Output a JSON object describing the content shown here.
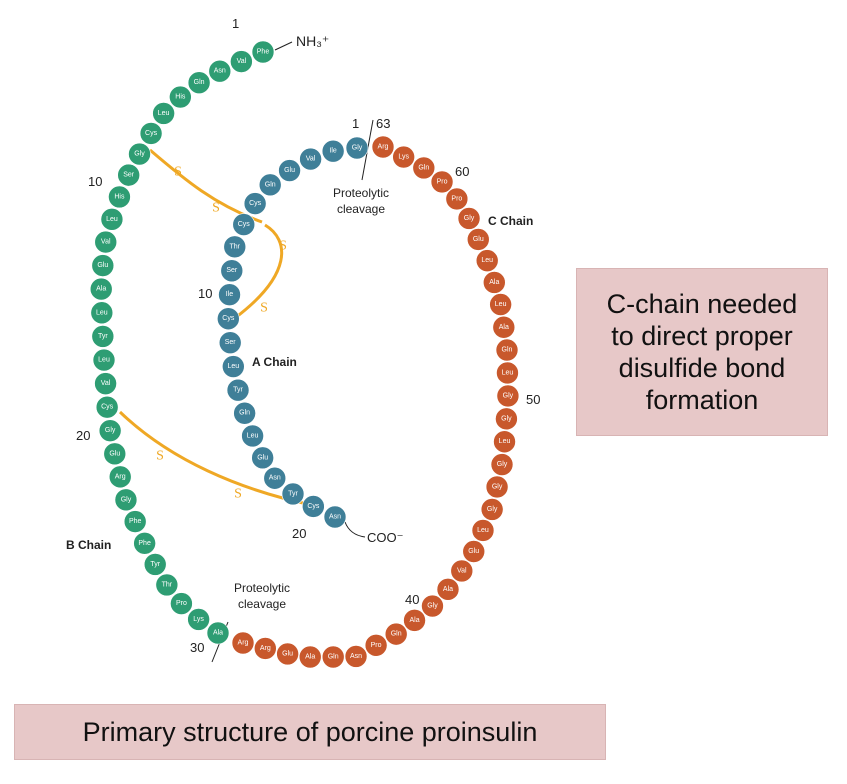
{
  "chains": {
    "B": {
      "color": "#2e9d73",
      "residues": [
        "Phe",
        "Val",
        "Asn",
        "Gln",
        "His",
        "Leu",
        "Cys",
        "Gly",
        "Ser",
        "His",
        "Leu",
        "Val",
        "Glu",
        "Ala",
        "Leu",
        "Tyr",
        "Leu",
        "Val",
        "Cys",
        "Gly",
        "Glu",
        "Arg",
        "Gly",
        "Phe",
        "Phe",
        "Tyr",
        "Thr",
        "Pro",
        "Lys",
        "Ala"
      ]
    },
    "A": {
      "color": "#3f7f98",
      "residues": [
        "Gly",
        "Ile",
        "Val",
        "Glu",
        "Gln",
        "Cys",
        "Cys",
        "Thr",
        "Ser",
        "Ile",
        "Cys",
        "Ser",
        "Leu",
        "Tyr",
        "Gln",
        "Leu",
        "Glu",
        "Asn",
        "Tyr",
        "Cys",
        "Asn"
      ]
    },
    "C": {
      "color": "#c8582c",
      "residues": [
        "Arg",
        "Arg",
        "Glu",
        "Ala",
        "Gln",
        "Asn",
        "Pro",
        "Gln",
        "Ala",
        "Gly",
        "Ala",
        "Val",
        "Glu",
        "Leu",
        "Gly",
        "Gly",
        "Gly",
        "Leu",
        "Gly",
        "Gly",
        "Leu",
        "Gln",
        "Ala",
        "Leu",
        "Ala",
        "Leu",
        "Glu",
        "Gly",
        "Pro",
        "Pro",
        "Gln",
        "Lys",
        "Arg"
      ]
    }
  },
  "disulfide_color": "#efa825",
  "labels": {
    "nh3": "NH₃⁺",
    "coo": "COO⁻",
    "b_chain": "B Chain",
    "a_chain": "A Chain",
    "c_chain": "C Chain",
    "s": "S",
    "cleavage_top": [
      "Proteolytic",
      "cleavage"
    ],
    "cleavage_bottom": [
      "Proteolytic",
      "cleavage"
    ],
    "nums": {
      "b1": "1",
      "b10": "10",
      "b20": "20",
      "b30": "30",
      "a1": "1",
      "a10": "10",
      "a20": "20",
      "c40": "40",
      "c50": "50",
      "c60": "60",
      "c63": "63"
    }
  },
  "callout": {
    "lines": [
      "C-chain needed",
      "to direct proper",
      "disulfide bond",
      "formation"
    ]
  },
  "caption": "Primary structure of porcine proinsulin"
}
